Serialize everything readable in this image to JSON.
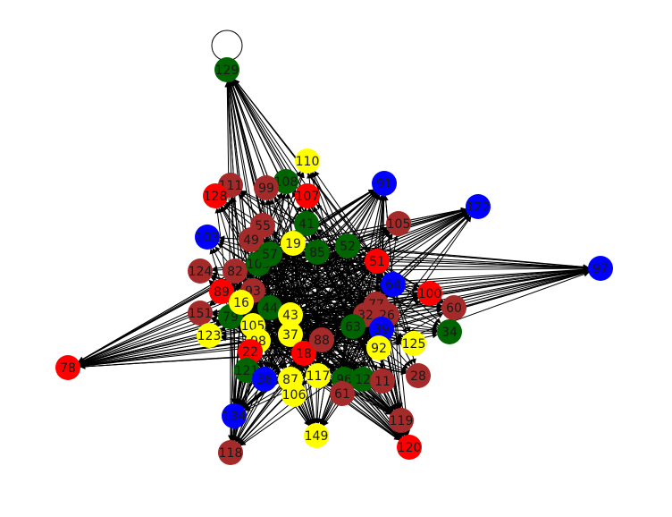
{
  "colors": {
    "red": "#ff0000",
    "blue": "#0000ff",
    "green": "#006400",
    "yellow": "#ffff00",
    "brown": "#a52a2a",
    "edge": "#000000",
    "label": "#1a1a1a"
  },
  "nodes": [
    {
      "id": "129",
      "color": "green"
    },
    {
      "id": "110",
      "color": "yellow"
    },
    {
      "id": "108",
      "color": "green"
    },
    {
      "id": "99",
      "color": "brown"
    },
    {
      "id": "111",
      "color": "brown"
    },
    {
      "id": "128",
      "color": "red"
    },
    {
      "id": "107",
      "color": "red"
    },
    {
      "id": "91",
      "color": "blue"
    },
    {
      "id": "122",
      "color": "blue"
    },
    {
      "id": "105",
      "color": "brown"
    },
    {
      "id": "103",
      "color": "blue"
    },
    {
      "id": "55",
      "color": "brown"
    },
    {
      "id": "49",
      "color": "brown"
    },
    {
      "id": "41",
      "color": "green"
    },
    {
      "id": "19",
      "color": "yellow"
    },
    {
      "id": "85",
      "color": "green"
    },
    {
      "id": "52",
      "color": "green"
    },
    {
      "id": "97",
      "color": "blue"
    },
    {
      "id": "124",
      "color": "brown"
    },
    {
      "id": "82",
      "color": "brown"
    },
    {
      "id": "105",
      "color": "green"
    },
    {
      "id": "57",
      "color": "green"
    },
    {
      "id": "51",
      "color": "red"
    },
    {
      "id": "89",
      "color": "red"
    },
    {
      "id": "93",
      "color": "brown"
    },
    {
      "id": "64",
      "color": "blue"
    },
    {
      "id": "100",
      "color": "red"
    },
    {
      "id": "60",
      "color": "brown"
    },
    {
      "id": "151",
      "color": "brown"
    },
    {
      "id": "79",
      "color": "green"
    },
    {
      "id": "16",
      "color": "yellow"
    },
    {
      "id": "123",
      "color": "yellow"
    },
    {
      "id": "105",
      "color": "yellow"
    },
    {
      "id": "98",
      "color": "yellow"
    },
    {
      "id": "37",
      "color": "yellow"
    },
    {
      "id": "77",
      "color": "brown"
    },
    {
      "id": "32",
      "color": "brown"
    },
    {
      "id": "26",
      "color": "brown"
    },
    {
      "id": "34",
      "color": "green"
    },
    {
      "id": "125",
      "color": "yellow"
    },
    {
      "id": "39",
      "color": "blue"
    },
    {
      "id": "92",
      "color": "yellow"
    },
    {
      "id": "78",
      "color": "red"
    },
    {
      "id": "22",
      "color": "red"
    },
    {
      "id": "121",
      "color": "green"
    },
    {
      "id": "28",
      "color": "brown"
    },
    {
      "id": "36",
      "color": "blue"
    },
    {
      "id": "87",
      "color": "yellow"
    },
    {
      "id": "106",
      "color": "yellow"
    },
    {
      "id": "117",
      "color": "yellow"
    },
    {
      "id": "96",
      "color": "green"
    },
    {
      "id": "12",
      "color": "green"
    },
    {
      "id": "11",
      "color": "brown"
    },
    {
      "id": "61",
      "color": "brown"
    },
    {
      "id": "134",
      "color": "blue"
    },
    {
      "id": "119",
      "color": "brown"
    },
    {
      "id": "149",
      "color": "yellow"
    },
    {
      "id": "118",
      "color": "brown"
    },
    {
      "id": "120",
      "color": "red"
    },
    {
      "id": "44",
      "color": "green"
    },
    {
      "id": "43",
      "color": "yellow"
    },
    {
      "id": "63",
      "color": "green"
    },
    {
      "id": "18",
      "color": "red"
    },
    {
      "id": "88",
      "color": "brown"
    }
  ]
}
